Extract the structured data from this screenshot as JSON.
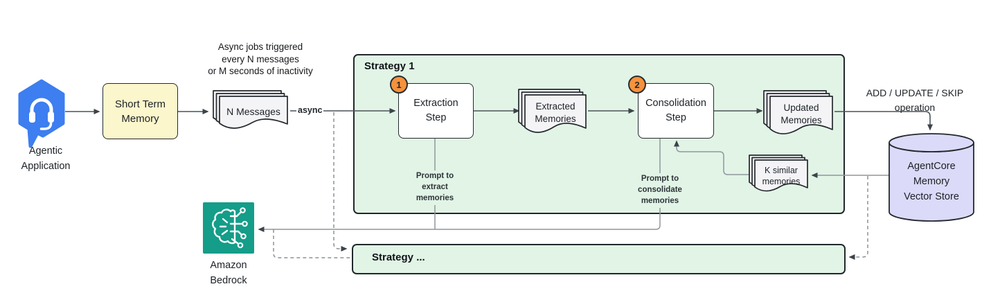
{
  "colors": {
    "strategy_fill": "#e1f4e6",
    "short_term_fill": "#fbf6cc",
    "badge_orange": "#f6923c",
    "agentic_blue": "#3d7ef0",
    "bedrock_teal": "#149d89",
    "vector_store_fill": "#dbdaf9",
    "document_fill": "#f4f4f6"
  },
  "nodes": {
    "agentic_application": {
      "lines": [
        "Agentic",
        "Application"
      ]
    },
    "short_term_memory": {
      "lines": [
        "Short Term",
        "Memory"
      ]
    },
    "async_note": {
      "lines": [
        "Async jobs triggered",
        "every N messages",
        "or M seconds of inactivity"
      ]
    },
    "n_messages": {
      "label": "N Messages"
    },
    "async_edge": {
      "label": "async"
    },
    "strategy_1": {
      "title": "Strategy 1"
    },
    "extraction_step": {
      "badge": "1",
      "lines": [
        "Extraction",
        "Step"
      ]
    },
    "extracted_memories": {
      "lines": [
        "Extracted",
        "Memories"
      ]
    },
    "consolidation_step": {
      "badge": "2",
      "lines": [
        "Consolidation",
        "Step"
      ]
    },
    "updated_memories": {
      "lines": [
        "Updated",
        "Memories"
      ]
    },
    "k_similar_memories": {
      "lines": [
        "K similar",
        "memories"
      ]
    },
    "prompt_extract": {
      "lines": [
        "Prompt to",
        "extract",
        "memories"
      ]
    },
    "prompt_consolidate": {
      "lines": [
        "Prompt to",
        "consolidate",
        "memories"
      ]
    },
    "add_update_skip": {
      "lines": [
        "ADD / UPDATE / SKIP",
        "operation"
      ]
    },
    "vector_store": {
      "lines": [
        "AgentCore",
        "Memory",
        "Vector Store"
      ]
    },
    "amazon_bedrock": {
      "lines": [
        "Amazon",
        "Bedrock"
      ]
    },
    "strategy_more": {
      "title": "Strategy ..."
    }
  }
}
